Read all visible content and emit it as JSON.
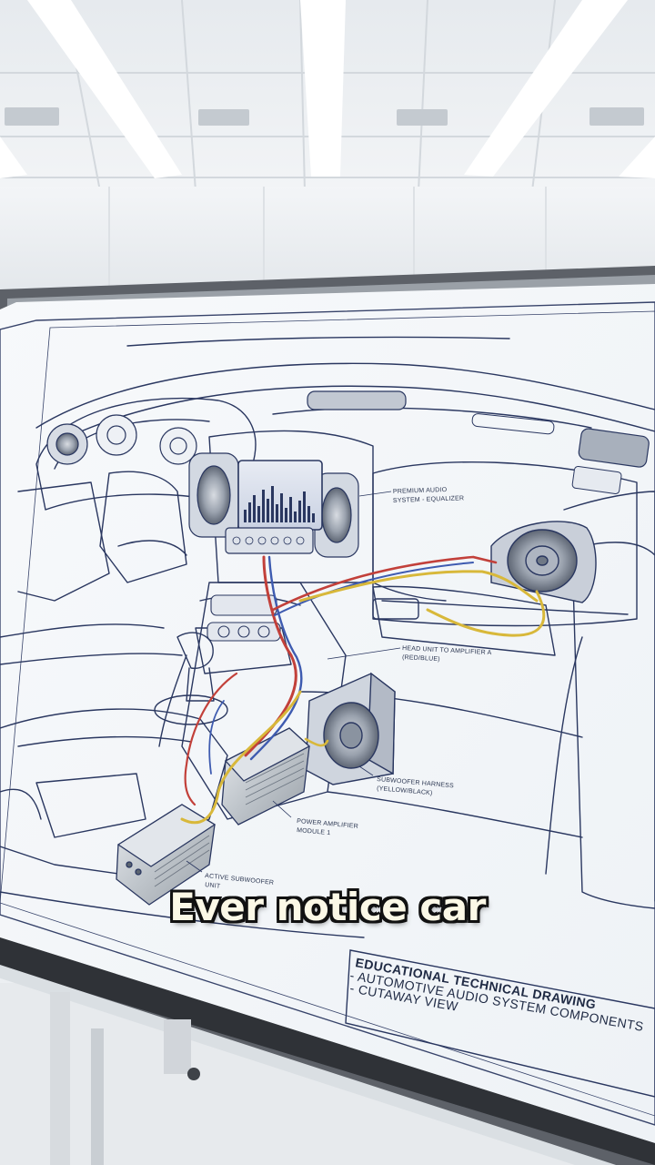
{
  "caption": "Ever notice car",
  "title_block": {
    "line1": "EDUCATIONAL TECHNICAL DRAWING",
    "line2": "- AUTOMOTIVE AUDIO SYSTEM COMPONENTS",
    "line3": "- CUTAWAY VIEW"
  },
  "callouts": {
    "equalizer_1": "PREMIUM AUDIO",
    "equalizer_2": "SYSTEM - EQUALIZER",
    "head_unit_1": "HEAD UNIT TO AMPLIFIER A",
    "head_unit_2": "(RED/BLUE)",
    "sub_harness_1": "SUBWOOFER HARNESS",
    "sub_harness_2": "(YELLOW/BLACK)",
    "amp_1": "POWER AMPLIFIER",
    "amp_2": "MODULE 1",
    "active_sub_1": "ACTIVE SUBWOOFER",
    "active_sub_2": "UNIT"
  },
  "colors": {
    "line_ink": "#2a3760",
    "wire_red": "#c2403a",
    "wire_blue": "#3e5bb0",
    "wire_yellow": "#d8b83a",
    "caption_fill": "#fbf8e6"
  }
}
